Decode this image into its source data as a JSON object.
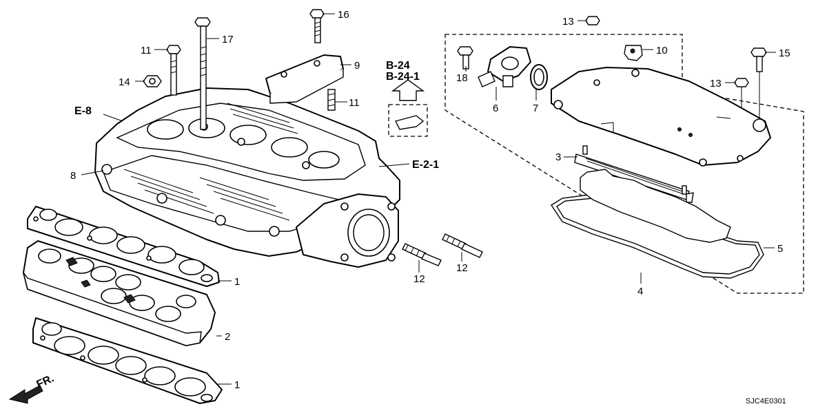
{
  "diagram": {
    "callouts": {
      "c1a": "1",
      "c1b": "1",
      "c2": "2",
      "c3": "3",
      "c4": "4",
      "c5": "5",
      "c6": "6",
      "c7": "7",
      "c8": "8",
      "c9": "9",
      "c10": "10",
      "c11a": "11",
      "c11b": "11",
      "c12a": "12",
      "c12b": "12",
      "c13a": "13",
      "c13b": "13",
      "c14": "14",
      "c15": "15",
      "c16": "16",
      "c17": "17",
      "c18": "18"
    },
    "refs": {
      "e8": "E-8",
      "e21": "E-2-1",
      "b24": "B-24",
      "b241": "B-24-1"
    },
    "front_marker": "FR.",
    "code": "SJC4E0301"
  }
}
